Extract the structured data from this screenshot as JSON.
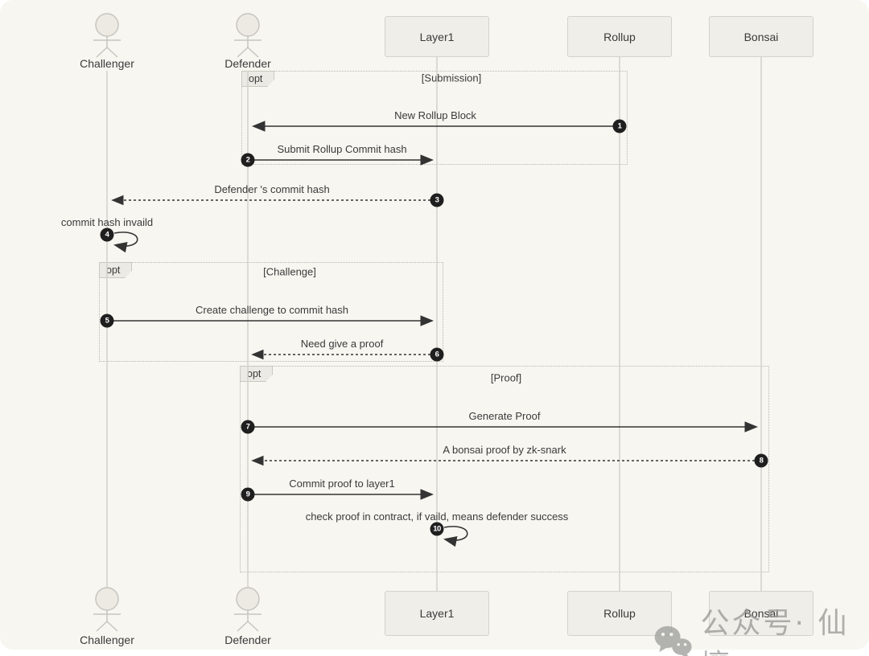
{
  "canvas": {
    "background": "#f7f6f0",
    "line_color": "#333333",
    "lifeline_color": "#cfceC8"
  },
  "actors": {
    "challenger": {
      "label": "Challenger",
      "type": "person"
    },
    "defender": {
      "label": "Defender",
      "type": "person"
    },
    "layer1": {
      "label": "Layer1",
      "type": "participant"
    },
    "rollup": {
      "label": "Rollup",
      "type": "participant"
    },
    "bonsai": {
      "label": "Bonsai",
      "type": "participant"
    }
  },
  "fragments": {
    "submission": {
      "operator": "opt",
      "condition": "[Submission]"
    },
    "challenge": {
      "operator": "opt",
      "condition": "[Challenge]"
    },
    "proof": {
      "operator": "opt",
      "condition": "[Proof]"
    }
  },
  "messages": {
    "m1": {
      "num": "1",
      "text": "New Rollup Block",
      "from": "Rollup",
      "to": "Defender",
      "style": "solid"
    },
    "m2": {
      "num": "2",
      "text": "Submit Rollup Commit hash",
      "from": "Defender",
      "to": "Layer1",
      "style": "solid"
    },
    "m3": {
      "num": "3",
      "text": "Defender 's commit hash",
      "from": "Layer1",
      "to": "Challenger",
      "style": "dotted"
    },
    "m4": {
      "num": "4",
      "text": "commit hash invaild",
      "from": "Challenger",
      "to": "Challenger",
      "style": "self"
    },
    "m5": {
      "num": "5",
      "text": "Create challenge to commit hash",
      "from": "Challenger",
      "to": "Layer1",
      "style": "solid"
    },
    "m6": {
      "num": "6",
      "text": "Need give a proof",
      "from": "Layer1",
      "to": "Defender",
      "style": "dotted"
    },
    "m7": {
      "num": "7",
      "text": "Generate Proof",
      "from": "Defender",
      "to": "Bonsai",
      "style": "solid"
    },
    "m8": {
      "num": "8",
      "text": "A bonsai proof by zk-snark",
      "from": "Bonsai",
      "to": "Defender",
      "style": "dotted"
    },
    "m9": {
      "num": "9",
      "text": "Commit proof to layer1",
      "from": "Defender",
      "to": "Layer1",
      "style": "solid"
    },
    "m10": {
      "num": "10",
      "text": "check proof in contract, if vaild, means defender success",
      "from": "Layer1",
      "to": "Layer1",
      "style": "self"
    }
  },
  "watermark": {
    "icon": "wechat-icon",
    "text": "公众号· 仙壤"
  }
}
